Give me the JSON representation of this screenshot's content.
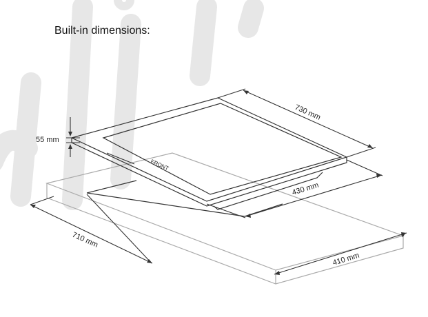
{
  "title": "Built-in dimensions:",
  "labels": {
    "width_top": "730 mm",
    "depth_top": "430 mm",
    "height": "55 mm",
    "cutout_width": "710 mm",
    "cutout_depth": "410 mm",
    "front": "FRONT"
  },
  "watermark": "elim",
  "colors": {
    "line": "#333333",
    "worktop": "#aaaaaa",
    "watermark": "#e6e6e6"
  }
}
